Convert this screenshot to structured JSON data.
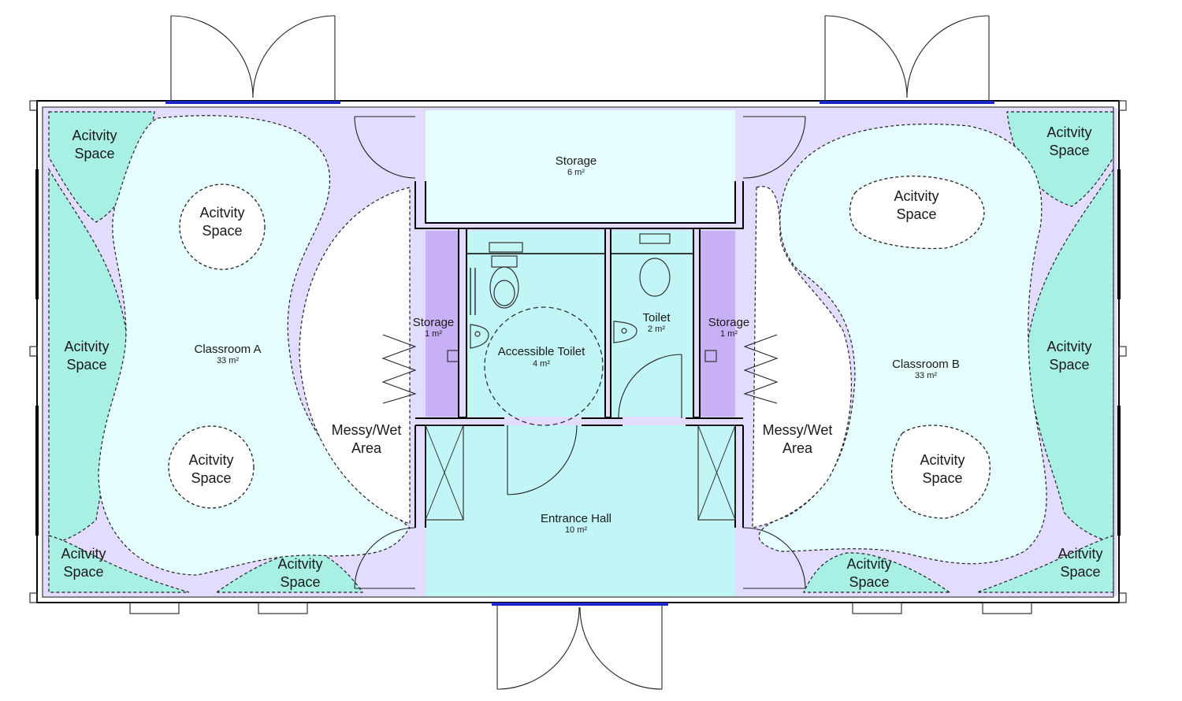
{
  "colors": {
    "lilac": "#e2dcff",
    "aqua_light": "#e6fdfd",
    "aqua_mid": "#c2f6f6",
    "aqua_dark": "#a8f0e4",
    "storage_purple": "#c7b0f5",
    "window_blue": "#1a26c8"
  },
  "rooms": {
    "storage_top": {
      "name": "Storage",
      "area": "6 m²"
    },
    "storage_left": {
      "name": "Storage",
      "area": "1 m²"
    },
    "storage_right": {
      "name": "Storage",
      "area": "1 m²"
    },
    "accessible_toilet": {
      "name": "Accessible Toilet",
      "area": "4 m²"
    },
    "toilet": {
      "name": "Toilet",
      "area": "2 m²"
    },
    "entrance_hall": {
      "name": "Entrance Hall",
      "area": "10 m²"
    },
    "classroom_a": {
      "name": "Classroom A",
      "area": "33 m²"
    },
    "classroom_b": {
      "name": "Classroom B",
      "area": "33 m²"
    }
  },
  "zones": {
    "activity_line1": "Acitvity",
    "activity_line2": "Space",
    "messy_line1": "Messy/Wet",
    "messy_line2": "Area"
  }
}
